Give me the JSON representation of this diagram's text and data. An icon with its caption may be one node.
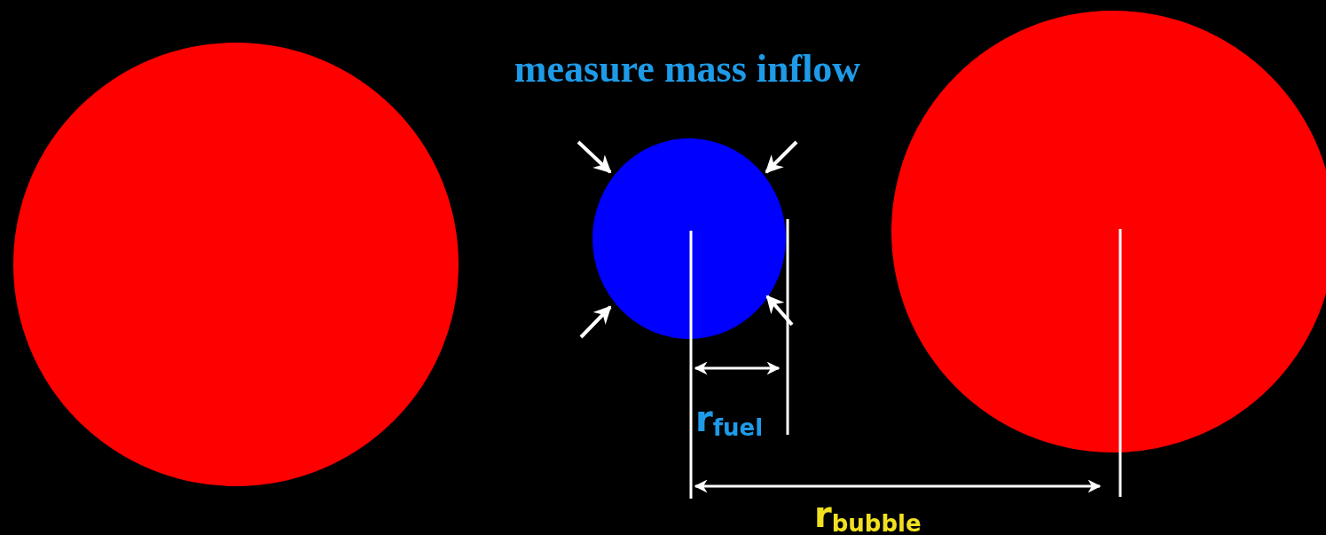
{
  "diagram": {
    "title": "measure mass inflow",
    "nodes": [
      {
        "text": [],
        "shape": "circle"
      },
      {
        "text": [],
        "shape": "circle"
      },
      {
        "text": [],
        "shape": "circle"
      }
    ],
    "labels": [
      "r$_{fuel}$",
      "r$_{bubble}$"
    ]
  }
}
